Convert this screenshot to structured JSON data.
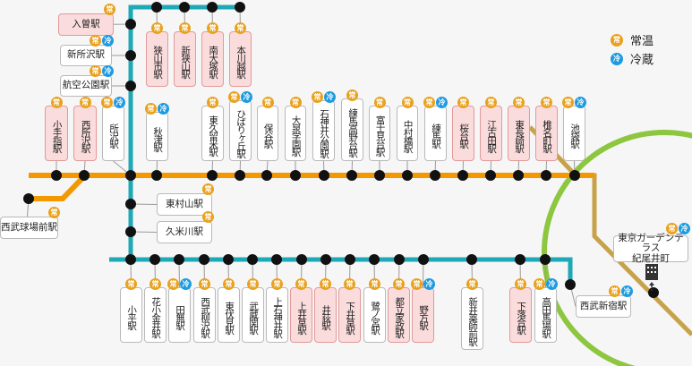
{
  "legend": {
    "regular": {
      "badge": "常",
      "label": "常温"
    },
    "cold": {
      "badge": "冷",
      "label": "冷蔵"
    }
  },
  "badge_labels": {
    "regular": "常",
    "cold": "冷"
  },
  "colors": {
    "ikebukuro_line": "#f39800",
    "shinjuku_line": "#1fa8b5",
    "yamanote_line": "#8dc63f",
    "subway_line": "#c8a24a",
    "highlight_fill": "#fadcdc",
    "regular_badge": "#e9a11e",
    "cold_badge": "#1e9be0"
  },
  "stations": [
    {
      "name": "入曽駅",
      "regular": true,
      "cold": false,
      "highlight": true
    },
    {
      "name": "新所沢駅",
      "regular": true,
      "cold": true,
      "highlight": false
    },
    {
      "name": "航空公園駅",
      "regular": true,
      "cold": true,
      "highlight": false
    },
    {
      "name": "狭山市駅",
      "regular": true,
      "cold": false,
      "highlight": true
    },
    {
      "name": "新狭山駅",
      "regular": true,
      "cold": false,
      "highlight": true
    },
    {
      "name": "南大塚駅",
      "regular": true,
      "cold": false,
      "highlight": true
    },
    {
      "name": "本川越駅",
      "regular": true,
      "cold": false,
      "highlight": true
    },
    {
      "name": "小手指駅",
      "regular": true,
      "cold": false,
      "highlight": true
    },
    {
      "name": "西所沢駅",
      "regular": true,
      "cold": false,
      "highlight": true
    },
    {
      "name": "所沢駅",
      "regular": true,
      "cold": true,
      "highlight": false
    },
    {
      "name": "秋津駅",
      "regular": true,
      "cold": true,
      "highlight": false
    },
    {
      "name": "東久留米駅",
      "regular": true,
      "cold": false,
      "highlight": false
    },
    {
      "name": "ひばりヶ丘駅",
      "regular": true,
      "cold": true,
      "highlight": false
    },
    {
      "name": "保谷駅",
      "regular": true,
      "cold": false,
      "highlight": false
    },
    {
      "name": "大泉学園駅",
      "regular": true,
      "cold": false,
      "highlight": false
    },
    {
      "name": "石神井公園駅",
      "regular": true,
      "cold": true,
      "highlight": false
    },
    {
      "name": "練馬高野台駅",
      "regular": true,
      "cold": false,
      "highlight": false
    },
    {
      "name": "富士見台駅",
      "regular": true,
      "cold": false,
      "highlight": false
    },
    {
      "name": "中村橋駅",
      "regular": true,
      "cold": false,
      "highlight": false
    },
    {
      "name": "練馬駅",
      "regular": true,
      "cold": true,
      "highlight": false
    },
    {
      "name": "桜台駅",
      "regular": true,
      "cold": false,
      "highlight": true
    },
    {
      "name": "江古田駅",
      "regular": true,
      "cold": false,
      "highlight": true
    },
    {
      "name": "東長崎駅",
      "regular": true,
      "cold": false,
      "highlight": true
    },
    {
      "name": "椎名町駅",
      "regular": true,
      "cold": false,
      "highlight": true
    },
    {
      "name": "池袋駅",
      "regular": true,
      "cold": true,
      "highlight": false
    },
    {
      "name": "西武球場前駅",
      "regular": true,
      "cold": false,
      "highlight": false
    },
    {
      "name": "東村山駅",
      "regular": true,
      "cold": false,
      "highlight": false
    },
    {
      "name": "久米川駅",
      "regular": true,
      "cold": false,
      "highlight": false
    },
    {
      "name": "小平駅",
      "regular": true,
      "cold": false,
      "highlight": false
    },
    {
      "name": "花小金井駅",
      "regular": true,
      "cold": false,
      "highlight": false
    },
    {
      "name": "田無駅",
      "regular": true,
      "cold": true,
      "highlight": false
    },
    {
      "name": "西武柳沢駅",
      "regular": true,
      "cold": false,
      "highlight": false
    },
    {
      "name": "東伏見駅",
      "regular": true,
      "cold": false,
      "highlight": false
    },
    {
      "name": "武蔵関駅",
      "regular": true,
      "cold": false,
      "highlight": false
    },
    {
      "name": "上石神井駅",
      "regular": true,
      "cold": false,
      "highlight": false
    },
    {
      "name": "上井草駅",
      "regular": true,
      "cold": false,
      "highlight": true
    },
    {
      "name": "井荻駅",
      "regular": true,
      "cold": false,
      "highlight": true
    },
    {
      "name": "下井草駅",
      "regular": true,
      "cold": false,
      "highlight": true
    },
    {
      "name": "鷺ノ宮駅",
      "regular": true,
      "cold": false,
      "highlight": false
    },
    {
      "name": "都立家政駅",
      "regular": true,
      "cold": false,
      "highlight": true
    },
    {
      "name": "野方駅",
      "regular": true,
      "cold": true,
      "highlight": true
    },
    {
      "name": "新井薬師前駅",
      "regular": true,
      "cold": false,
      "highlight": false
    },
    {
      "name": "下落合駅",
      "regular": true,
      "cold": false,
      "highlight": true
    },
    {
      "name": "高田馬場駅",
      "regular": true,
      "cold": true,
      "highlight": false
    },
    {
      "name": "西武新宿駅",
      "regular": true,
      "cold": true,
      "highlight": false
    },
    {
      "name": "東京ガーデンテラス\n紀尾井町",
      "regular": true,
      "cold": true,
      "highlight": false
    }
  ]
}
